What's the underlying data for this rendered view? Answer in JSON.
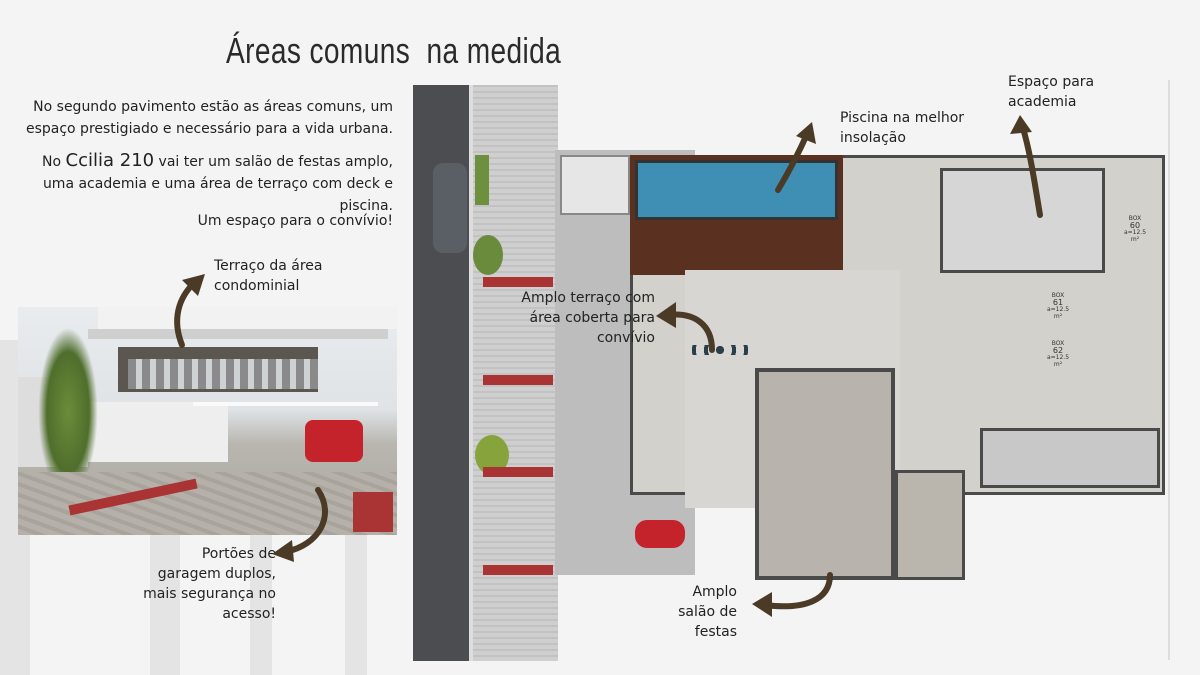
{
  "title": "Áreas comuns  na medida",
  "intro": {
    "paragraph1": "No segundo pavimento estão as áreas comuns,  um espaço prestigiado e necessário para a vida urbana.",
    "paragraph2_prefix": "No ",
    "brand": "Ccilia 210",
    "paragraph2_suffix": " vai ter um salão de festas amplo, uma academia e uma área de terraço com deck e piscina.",
    "paragraph3": "Um espaço para o convívio!"
  },
  "callouts": {
    "terraco": "Terraço da área condominial",
    "portoes": "Portões de garagem duplos, mais segurança no acesso!",
    "terraco_coberto": "Amplo terraço com área coberta para convívio",
    "piscina": "Piscina na melhor insolação",
    "academia": "Espaço para academia",
    "salao": "Amplo salão de festas"
  },
  "floorplan": {
    "boxes": [
      {
        "label": "BOX",
        "number": "60",
        "area": "a=12.5 m²"
      },
      {
        "label": "BOX",
        "number": "61",
        "area": "a=12.5 m²"
      },
      {
        "label": "BOX",
        "number": "62",
        "area": "a=12.5 m²"
      }
    ]
  },
  "colors": {
    "arrow": "#4b3a26",
    "pool": "#3f8fb5",
    "deck": "#5a3020",
    "wall": "#4a4a4a",
    "floor": "#c9c7c2"
  }
}
